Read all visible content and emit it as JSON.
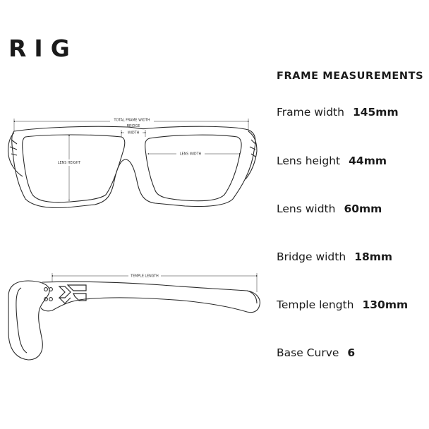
{
  "product": {
    "title": "RIG"
  },
  "diagram": {
    "front": {
      "total_frame_width_label": "TOTAL FRAME WIDTH",
      "bridge_label_line1": "BRIDGE",
      "bridge_label_line2": "WIDTH",
      "lens_width_label": "LENS WIDTH",
      "lens_height_label": "LENS HEIGHT"
    },
    "side": {
      "temple_length_label": "TEMPLE LENGTH"
    }
  },
  "specs": {
    "heading": "FRAME MEASUREMENTS",
    "items": [
      {
        "label": "Frame width",
        "value": "145mm"
      },
      {
        "label": "Lens height",
        "value": "44mm"
      },
      {
        "label": "Lens width",
        "value": "60mm"
      },
      {
        "label": "Bridge width",
        "value": "18mm"
      },
      {
        "label": "Temple length",
        "value": "130mm"
      },
      {
        "label": "Base Curve",
        "value": "6"
      }
    ]
  },
  "colors": {
    "line": "#2b2b2b",
    "text": "#1a1a1a",
    "background": "#ffffff"
  }
}
